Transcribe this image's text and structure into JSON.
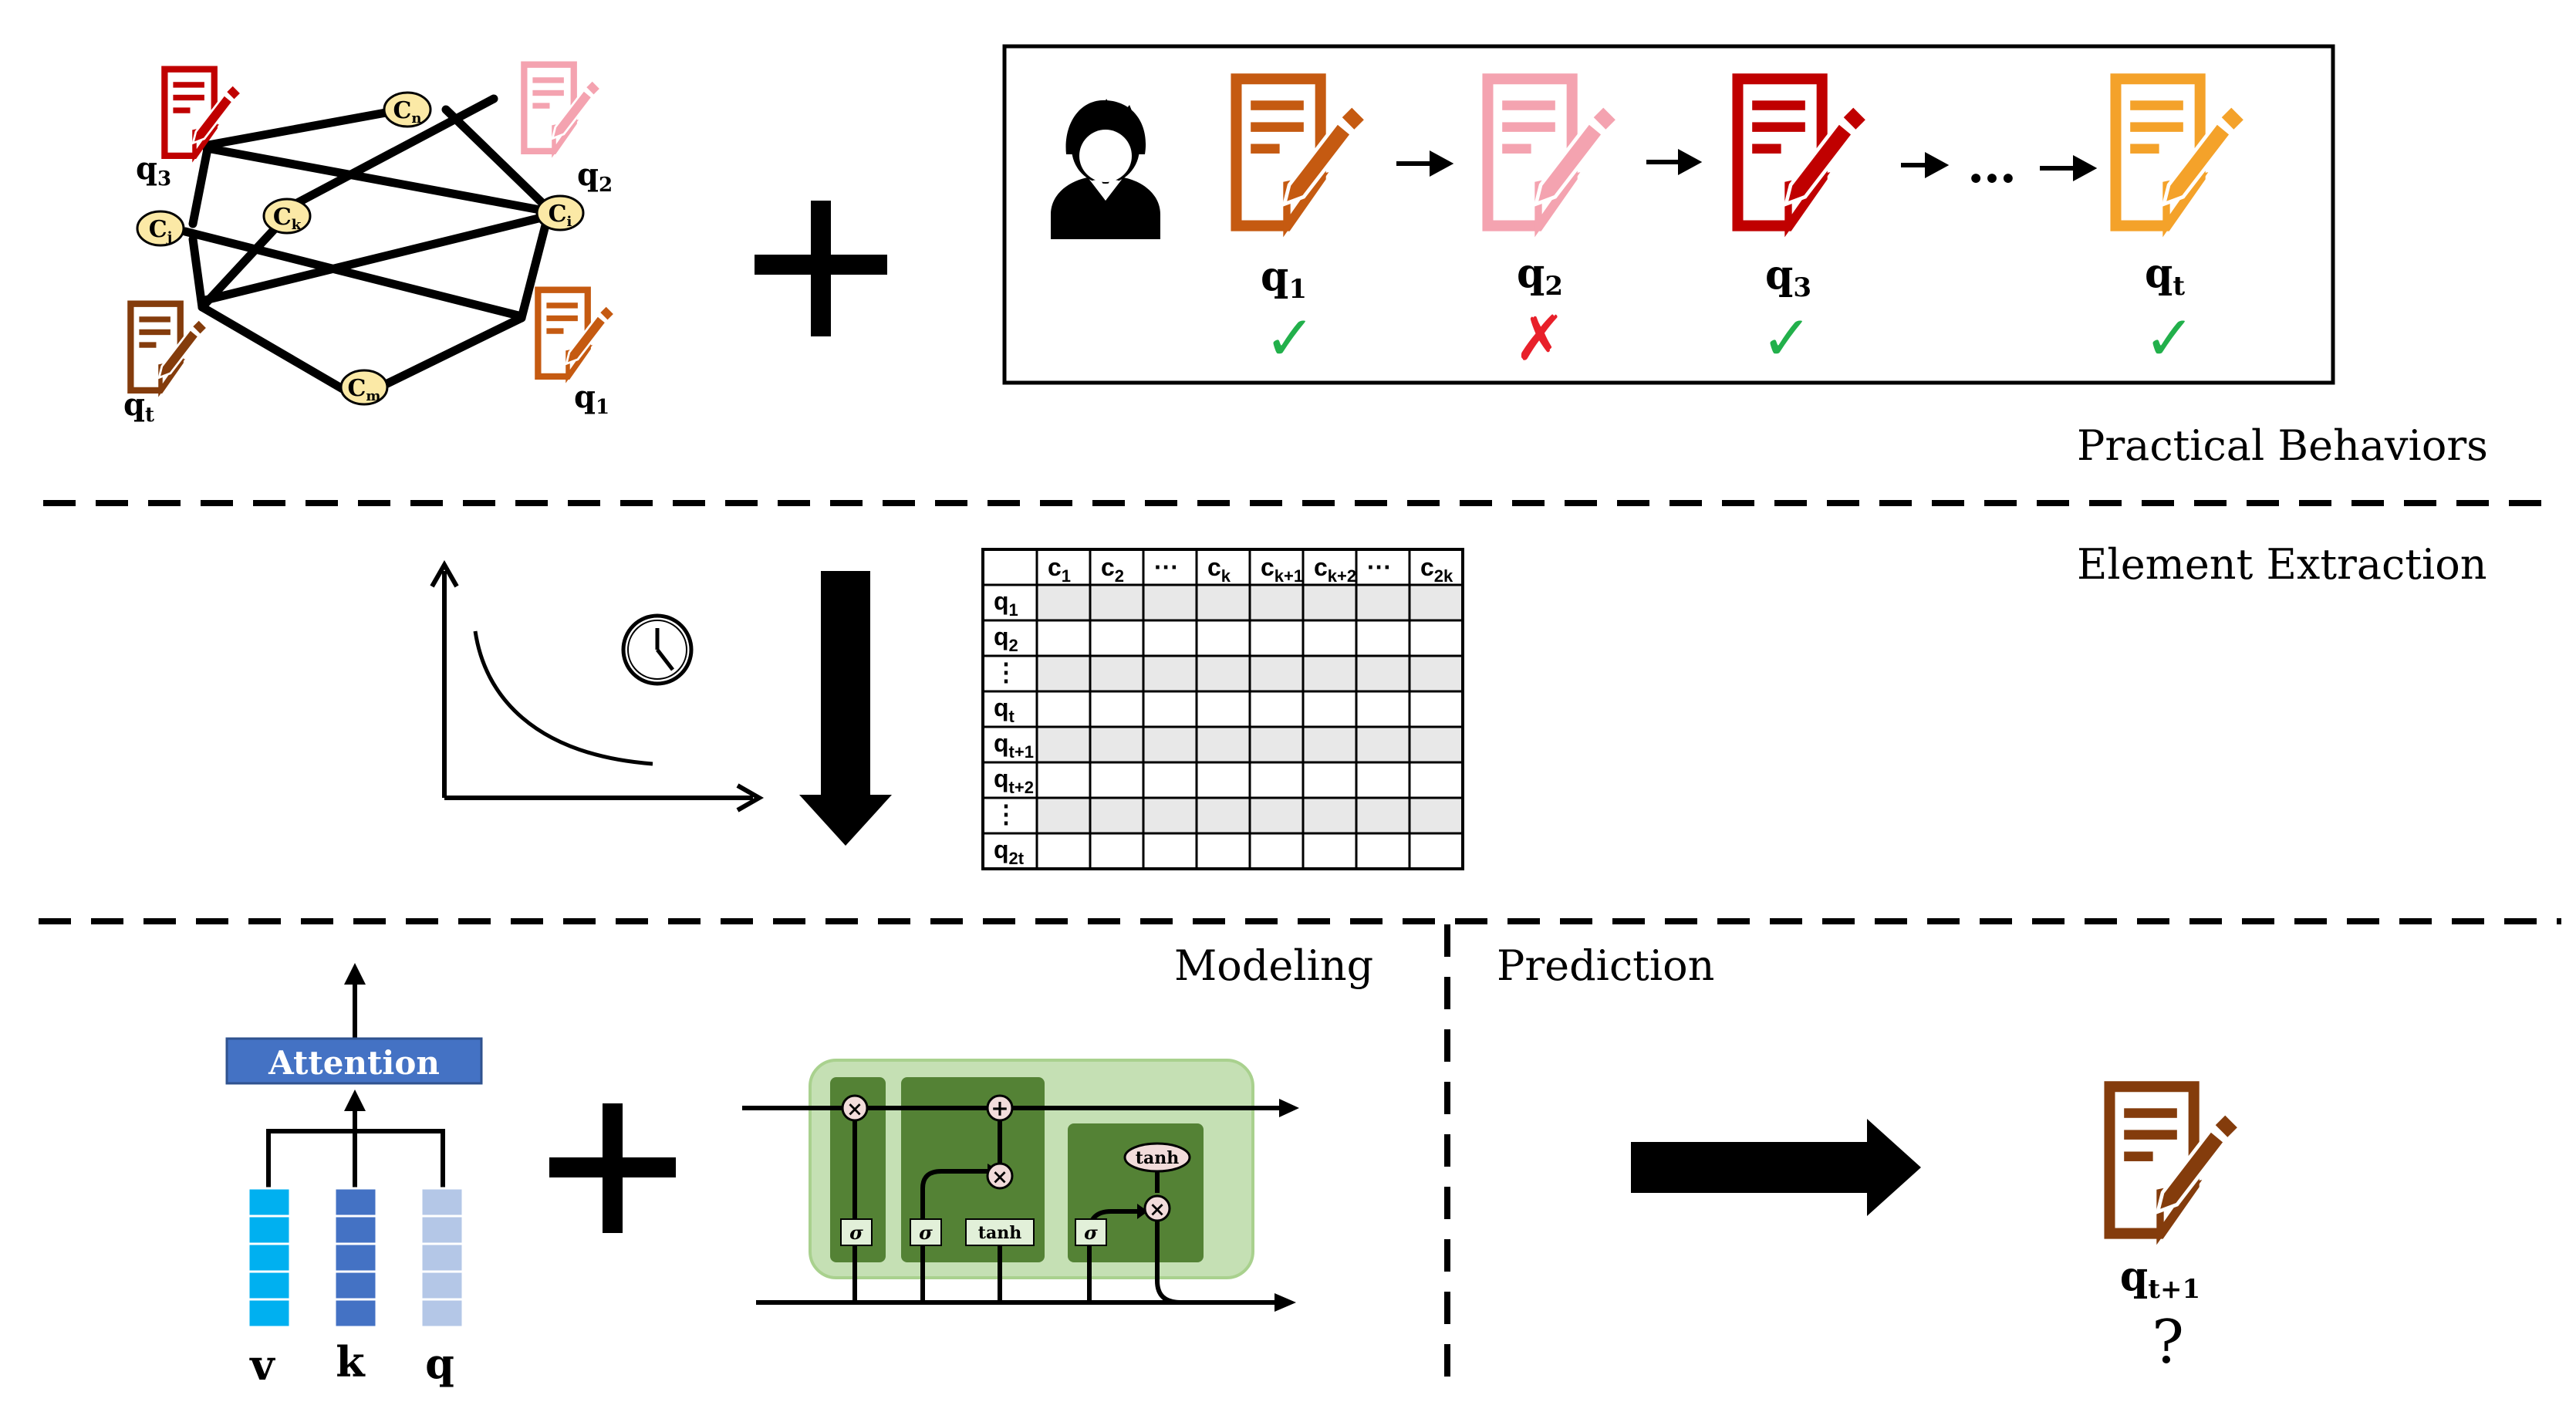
{
  "graph": {
    "nodes": [
      {
        "id": "c_n",
        "main": "C",
        "sub": "n"
      },
      {
        "id": "c_i",
        "main": "C",
        "sub": "i"
      },
      {
        "id": "c_j",
        "main": "C",
        "sub": "j"
      },
      {
        "id": "c_k",
        "main": "C",
        "sub": "k"
      },
      {
        "id": "c_m",
        "main": "C",
        "sub": "m"
      }
    ],
    "questions": [
      {
        "id": "q3",
        "main": "q",
        "sub": "3"
      },
      {
        "id": "q2",
        "main": "q",
        "sub": "2"
      },
      {
        "id": "qt",
        "main": "q",
        "sub": "t"
      },
      {
        "id": "q1",
        "main": "q",
        "sub": "1"
      }
    ]
  },
  "sequence": {
    "steps": [
      {
        "main": "q",
        "sub": "1",
        "mark": "✓",
        "color": "#c55a11"
      },
      {
        "main": "q",
        "sub": "2",
        "mark": "✗",
        "color": "#f4a3b0"
      },
      {
        "main": "q",
        "sub": "3",
        "mark": "✓",
        "color": "#c00000"
      },
      {
        "main": "q",
        "sub": "t",
        "mark": "✓",
        "color": "#f4a22a"
      }
    ],
    "ellipsis": "…"
  },
  "section_labels": {
    "practical": "Practical Behaviors",
    "extraction": "Element Extraction",
    "modeling": "Modeling",
    "prediction": "Prediction"
  },
  "table": {
    "columns": [
      {
        "main": "c",
        "sub": "1"
      },
      {
        "main": "c",
        "sub": "2"
      },
      {
        "main": "···",
        "sub": ""
      },
      {
        "main": "c",
        "sub": "k"
      },
      {
        "main": "c",
        "sub": "k+1"
      },
      {
        "main": "c",
        "sub": "k+2"
      },
      {
        "main": "···",
        "sub": ""
      },
      {
        "main": "c",
        "sub": "2k"
      }
    ],
    "rows": [
      {
        "main": "q",
        "sub": "1"
      },
      {
        "main": "q",
        "sub": "2"
      },
      {
        "main": "⋮",
        "sub": ""
      },
      {
        "main": "q",
        "sub": "t"
      },
      {
        "main": "q",
        "sub": "t+1"
      },
      {
        "main": "q",
        "sub": "t+2"
      },
      {
        "main": "⋮",
        "sub": ""
      },
      {
        "main": "q",
        "sub": "2t"
      }
    ]
  },
  "attention": {
    "label": "Attention",
    "inputs": [
      "v",
      "k",
      "q"
    ]
  },
  "lstm": {
    "sigma": "σ",
    "tanh": "tanh",
    "times": "×",
    "plus": "+"
  },
  "prediction_target": {
    "main": "q",
    "sub": "t+1",
    "mark": "?",
    "color": "#843c0c"
  },
  "colors": {
    "doc_q3": "#c00000",
    "doc_q2": "#f4a3b0",
    "doc_qt": "#843c0c",
    "doc_q1": "#c55a11",
    "node_fill": "#fbe9a6",
    "check": "#22b04b",
    "cross": "#e8202a",
    "attention_blue": "#4472c4",
    "v_color": "#00b0f0",
    "k_color": "#4472c4",
    "q_color": "#b4c7e7",
    "lstm_outer": "#c5e0b4",
    "lstm_inner": "#548235",
    "lstm_box": "#e2f0d9"
  },
  "icons": [
    "person-icon",
    "document-pen-icon",
    "clock-icon",
    "check-icon",
    "cross-icon",
    "right-arrow-icon",
    "down-arrow-icon",
    "plus-icon"
  ]
}
